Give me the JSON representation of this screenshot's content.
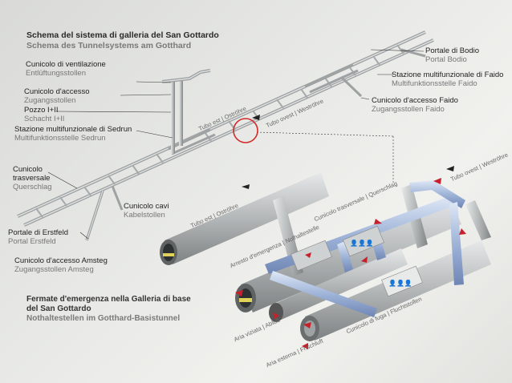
{
  "title": {
    "it": "Schema del sistema di galleria del San Gottardo",
    "de": "Schema des Tunnelsystems am Gotthard"
  },
  "top_labels": [
    {
      "key": "ventilazione",
      "it": "Cunicolo di ventilazione",
      "de": "Entlüftungsstollen"
    },
    {
      "key": "accesso",
      "it": "Cunicolo d'accesso",
      "de": "Zugangsstollen"
    },
    {
      "key": "pozzo",
      "it": "Pozzo I+II",
      "de": "Schacht I+II"
    },
    {
      "key": "sedrun",
      "it": "Stazione multifunzionale di Sedrun",
      "de": "Multifunktionsstelle Sedrun"
    },
    {
      "key": "trasversale",
      "it": "Cunicolo trasversale",
      "de": "Querschlag"
    },
    {
      "key": "cavi",
      "it": "Cunicolo cavi",
      "de": "Kabelstollen"
    },
    {
      "key": "erstfeld",
      "it": "Portale di Erstfeld",
      "de": "Portal Erstfeld"
    },
    {
      "key": "amsteg",
      "it": "Cunicolo d'accesso Amsteg",
      "de": "Zugangsstollen Amsteg"
    },
    {
      "key": "bodio",
      "it": "Portale di Bodio",
      "de": "Portal Bodio"
    },
    {
      "key": "faido_mf",
      "it": "Stazione multifunzionale di Faido",
      "de": "Multifunktionsstelle Faido"
    },
    {
      "key": "faido_acc",
      "it": "Cunicolo d'accesso Faido",
      "de": "Zugangsstollen Faido"
    }
  ],
  "tube_labels_top": {
    "ovest": "Tubo est | Oströhre",
    "est": "Tubo ovest | Weströhre"
  },
  "detail_title": {
    "it1": "Fermate d'emergenza nella Galleria di base",
    "it2": "del San Gottardo",
    "de": "Nothaltestellen im Gotthard-Basistunnel"
  },
  "detail_labels": {
    "tubo_est": "Tubo est | Oströhre",
    "tubo_ovest": "Tubo ovest | Weströhre",
    "trasversale": "Cunicolo trasversale | Querschlag",
    "arresto": "Arresto d'emergenza | Nothaltestelle",
    "aria_viziata": "Aria viziata | Abluft",
    "aria_esterna": "Aria esterna | Frischluft",
    "fuga": "Cunicolo di fuga | Fluchtstollen"
  },
  "colors": {
    "pipe_gray": "#b9bcbd",
    "pipe_blue": "#9fb4d8",
    "red_arrow": "#c8202a",
    "highlight_circle": "#d12b2b"
  }
}
